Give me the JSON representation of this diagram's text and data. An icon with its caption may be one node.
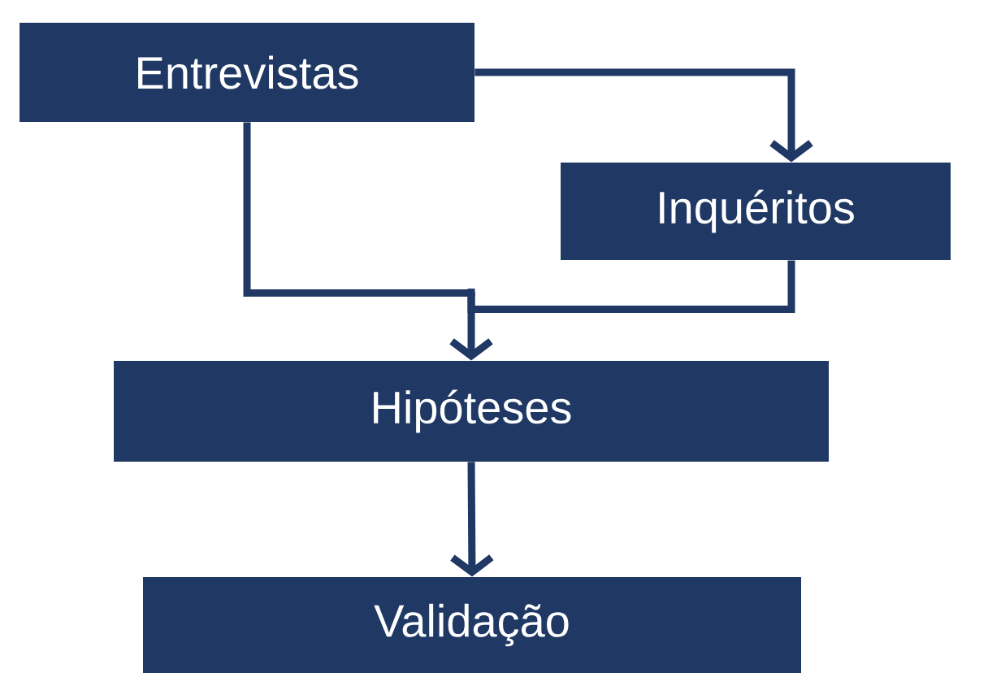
{
  "diagram": {
    "nodes": [
      {
        "text": [
          "Entrevistas"
        ]
      },
      {
        "text": [
          "Inquéritos"
        ]
      },
      {
        "text": [
          "Hipóteses"
        ]
      },
      {
        "text": [
          "Validação"
        ]
      }
    ],
    "edges": [
      {
        "from": 0,
        "to": 1,
        "arrow": "to"
      },
      {
        "from": 0,
        "to": 2,
        "arrow": "to"
      },
      {
        "from": 1,
        "to": 2,
        "arrow": "to"
      },
      {
        "from": 2,
        "to": 3,
        "arrow": "to"
      }
    ]
  }
}
